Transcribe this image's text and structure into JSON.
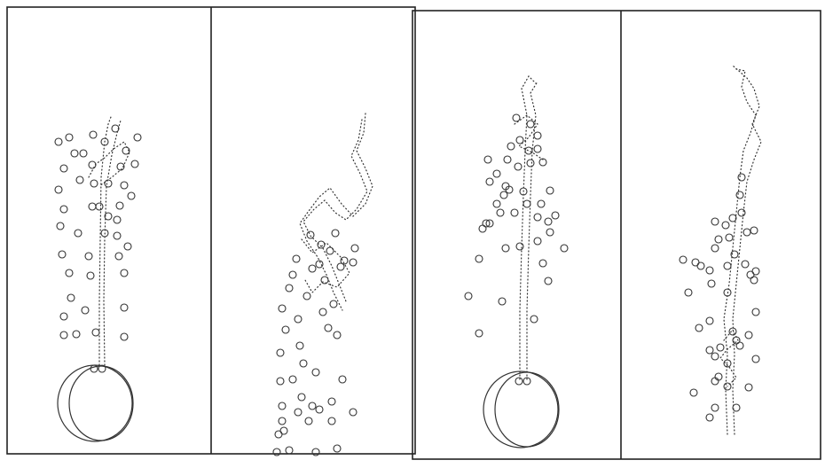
{
  "figure": {
    "panel_count": 4,
    "ink_color": "#333333",
    "paper_color": "#ffffff",
    "frame_color": "#222222",
    "panels": [
      {
        "id": "a",
        "has_injector_ring": true,
        "motion": "straight-vertical-jet"
      },
      {
        "id": "b",
        "has_injector_ring": false,
        "motion": "jet-breaking-into-turbulent-plume"
      },
      {
        "id": "c",
        "has_injector_ring": true,
        "motion": "straight-vertical-jet"
      },
      {
        "id": "d",
        "has_injector_ring": false,
        "motion": "meandering-vertical-plume"
      }
    ]
  }
}
